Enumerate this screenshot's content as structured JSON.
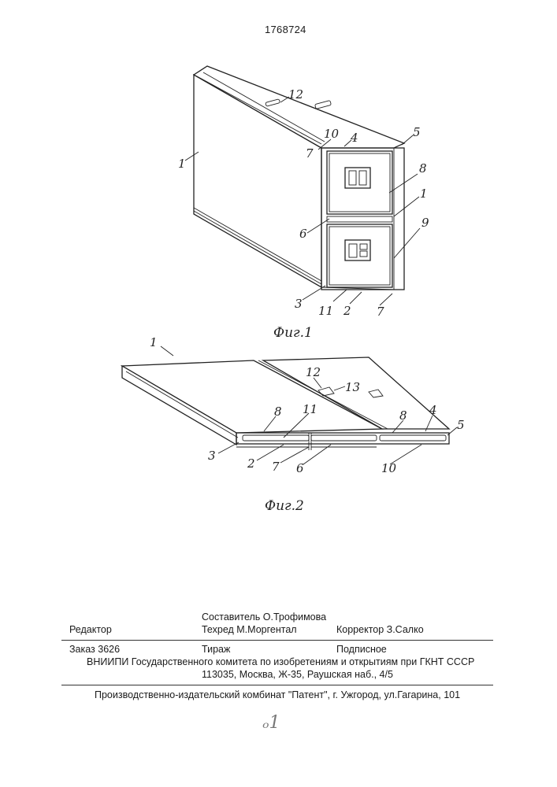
{
  "header": {
    "patent_number": "1768724"
  },
  "figure1": {
    "caption": "Фиг.1",
    "labels": [
      "12",
      "1",
      "10",
      "4",
      "5",
      "7",
      "8",
      "1",
      "6",
      "9",
      "3",
      "11",
      "2",
      "7"
    ]
  },
  "figure2": {
    "caption": "Фиг.2",
    "labels": [
      "1",
      "12",
      "13",
      "8",
      "11",
      "8",
      "4",
      "5",
      "3",
      "2",
      "7",
      "6",
      "10"
    ]
  },
  "imprint": {
    "compiler": "Составитель О.Трофимова",
    "editor": "Редактор",
    "techred": "Техред М.Моргентал",
    "corrector": "Корректор  З.Салко",
    "order": "Заказ  3626",
    "circulation": "Тираж",
    "subscription": "Подписное",
    "vniipi": "ВНИИПИ Государственного комитета по изобретениям и открытиям при ГКНТ СССР",
    "address": "113035, Москва, Ж-35, Раушская наб., 4/5",
    "publisher": "Производственно-издательский комбинат \"Патент\", г. Ужгород, ул.Гагарина, 101"
  }
}
